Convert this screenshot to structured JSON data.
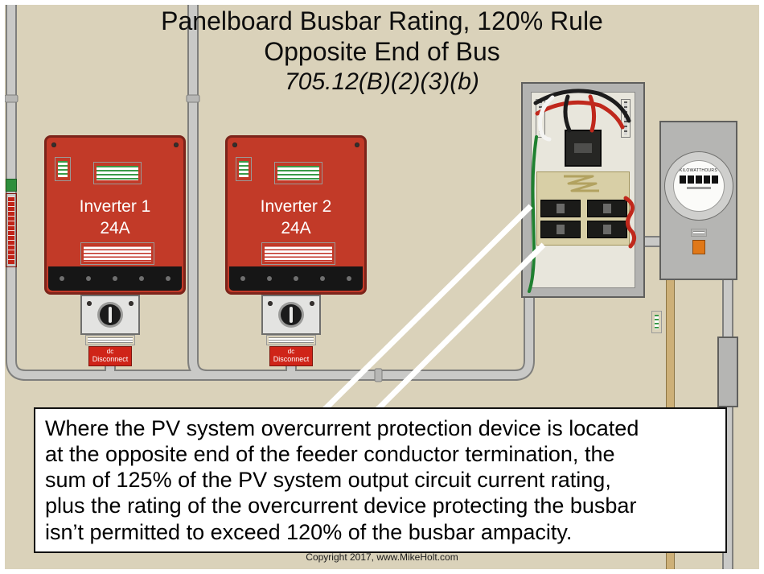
{
  "colors": {
    "background": "#dad2ba",
    "inverter_red": "#c23a28",
    "inverter_border": "#7c241a",
    "pipe": "#c9c9c7",
    "pipe_edge": "#7f7f7d",
    "panel_gray": "#b3b3b1",
    "disconnect_red": "#cf2418",
    "wire_red": "#c0281c",
    "wire_green": "#1f8030",
    "meter_orange": "#e07818"
  },
  "title": {
    "line1": "Panelboard Busbar Rating, 120% Rule",
    "line2": "Opposite End of Bus",
    "code_ref": "705.12(B)(2)(3)(b)"
  },
  "inverters": [
    {
      "name": "Inverter 1",
      "rating": "24A"
    },
    {
      "name": "Inverter 2",
      "rating": "24A"
    }
  ],
  "disconnects": [
    {
      "line1": "dc",
      "line2": "Disconnect"
    },
    {
      "line1": "dc",
      "line2": "Disconnect"
    }
  ],
  "meter": {
    "face_label": "KILOWATTHOURS"
  },
  "callout": {
    "lines": [
      "Where the PV system overcurrent protection device is located",
      "at the opposite end of the feeder conductor termination, the",
      "sum of 125% of the PV system output circuit current rating,",
      "plus the rating of the overcurrent device protecting the busbar",
      "isn’t permitted to exceed 120% of the busbar ampacity."
    ]
  },
  "footer": {
    "copyright": "Copyright 2017, www.MikeHolt.com"
  }
}
